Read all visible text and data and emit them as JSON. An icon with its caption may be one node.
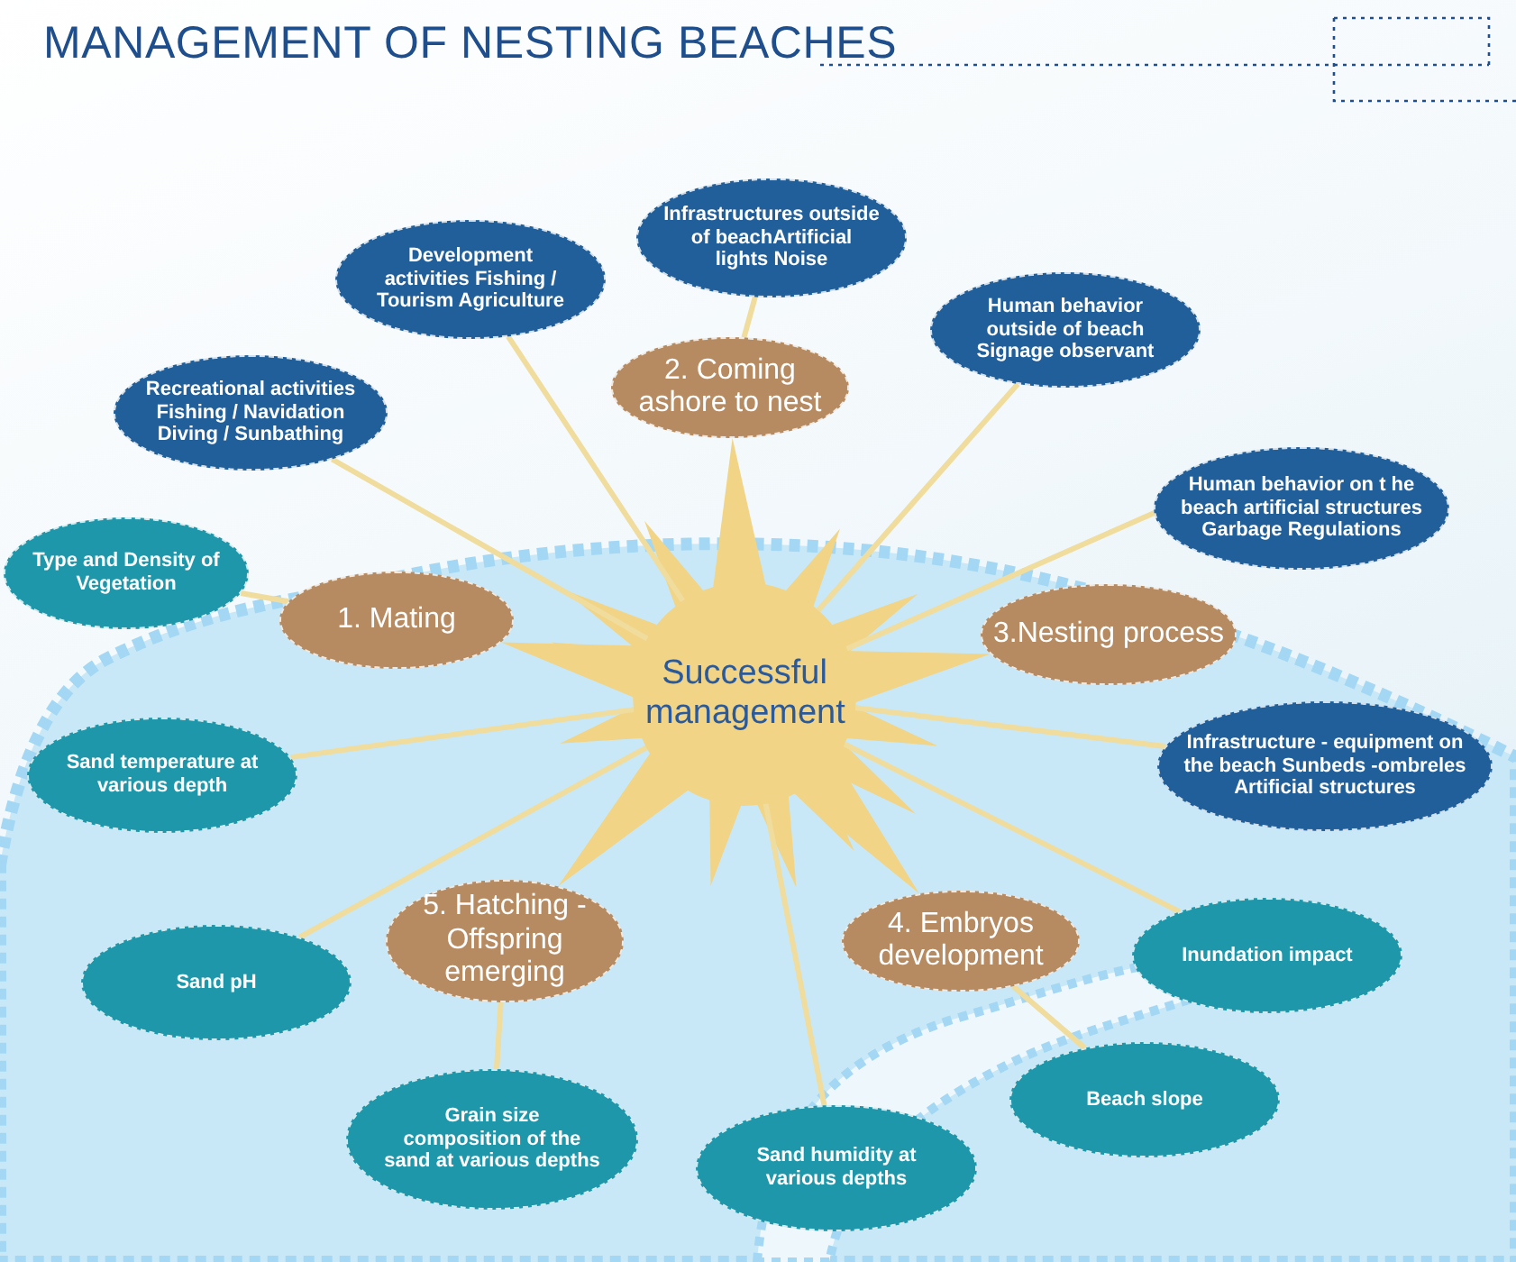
{
  "diagram": {
    "title": "MANAGEMENT OF NESTING BEACHES",
    "nodes": [
      {
        "text": [
          "Infrastructures outside of beachArtificial lights Noise"
        ]
      },
      {
        "text": [
          "Development activities Fishing / Tourism Agriculture"
        ]
      },
      {
        "text": [
          "Human behavior outside of beach Signage observant"
        ]
      },
      {
        "text": [
          "2. Coming ashore to nest"
        ]
      },
      {
        "text": [
          "Recreational activities Fishing / Navidation Diving / Sunbathing"
        ]
      },
      {
        "text": [
          "Human behavior on t he beach artificial structures Garbage Regulations"
        ]
      },
      {
        "text": [
          "Type and Density of Vegetation"
        ]
      },
      {
        "text": [
          "1. Mating"
        ]
      },
      {
        "text": [
          "3.Nesting process"
        ]
      },
      {
        "text": [
          "Successful management"
        ]
      },
      {
        "text": [
          "Sand temperature at various depth"
        ]
      },
      {
        "text": [
          "Infrastructure - equipment on the beach Sunbeds -ombreles Artificial structures"
        ]
      },
      {
        "text": [
          "5. Hatching - Offspring emerging"
        ]
      },
      {
        "text": [
          "4. Embryos development"
        ]
      },
      {
        "text": [
          "Inundation impact"
        ]
      },
      {
        "text": [
          "Sand pH"
        ]
      },
      {
        "text": [
          "Beach slope"
        ]
      },
      {
        "text": [
          "Grain size composition of the sand at various depths"
        ]
      },
      {
        "text": [
          "Sand humidity at various depths"
        ]
      }
    ],
    "edges": [
      {
        "from": 9,
        "to": 3,
        "arrow": "none",
        "style": "thick"
      },
      {
        "from": 9,
        "to": 7,
        "arrow": "none",
        "style": "thick"
      },
      {
        "from": 9,
        "to": 8,
        "arrow": "none",
        "style": "thick"
      },
      {
        "from": 9,
        "to": 12,
        "arrow": "none",
        "style": "thick"
      },
      {
        "from": 9,
        "to": 13,
        "arrow": "none",
        "style": "thick"
      },
      {
        "from": 3,
        "to": 0,
        "arrow": "none"
      },
      {
        "from": 9,
        "to": 1,
        "arrow": "none"
      },
      {
        "from": 9,
        "to": 2,
        "arrow": "none"
      },
      {
        "from": 9,
        "to": 4,
        "arrow": "none"
      },
      {
        "from": 9,
        "to": 5,
        "arrow": "none"
      },
      {
        "from": 7,
        "to": 6,
        "arrow": "none"
      },
      {
        "from": 9,
        "to": 10,
        "arrow": "none"
      },
      {
        "from": 9,
        "to": 11,
        "arrow": "none"
      },
      {
        "from": 9,
        "to": 14,
        "arrow": "none"
      },
      {
        "from": 9,
        "to": 15,
        "arrow": "none"
      },
      {
        "from": 13,
        "to": 16,
        "arrow": "none"
      },
      {
        "from": 12,
        "to": 17,
        "arrow": "none"
      },
      {
        "from": 9,
        "to": 18,
        "arrow": "none"
      }
    ]
  }
}
